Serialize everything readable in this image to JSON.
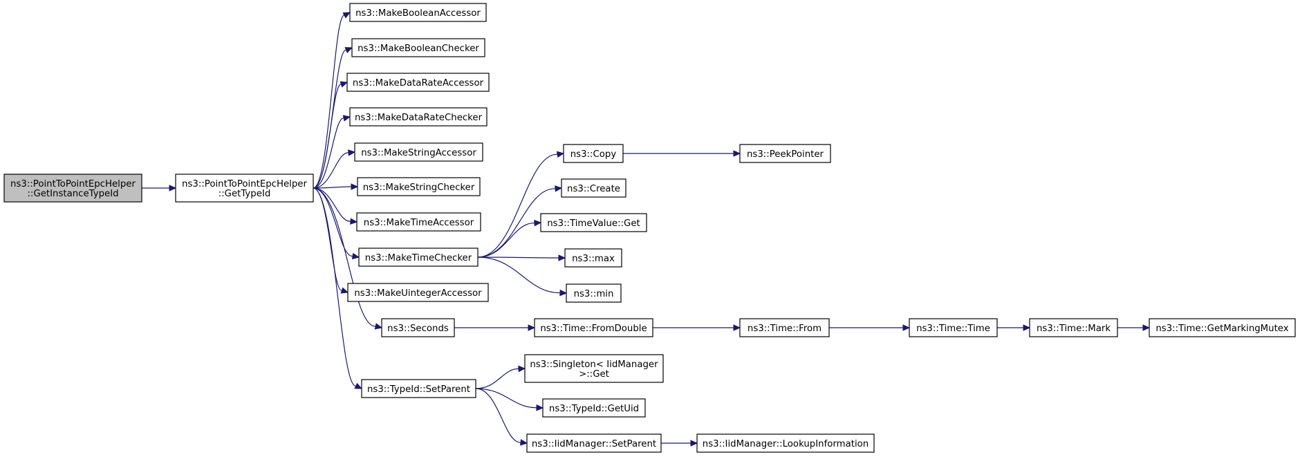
{
  "diagram": {
    "colors": {
      "edge": "#191970",
      "root_fill": "#bfbfbf",
      "node_fill": "#ffffff",
      "node_border": "#000000"
    },
    "nodes": {
      "n1": {
        "lines": [
          "ns3::PointToPointEpcHelper",
          "::GetInstanceTypeId"
        ],
        "root": true
      },
      "n2": {
        "lines": [
          "ns3::PointToPointEpcHelper",
          "::GetTypeId"
        ]
      },
      "n3": {
        "lines": [
          "ns3::MakeBooleanAccessor"
        ]
      },
      "n4": {
        "lines": [
          "ns3::MakeBooleanChecker"
        ]
      },
      "n5": {
        "lines": [
          "ns3::MakeDataRateAccessor"
        ]
      },
      "n6": {
        "lines": [
          "ns3::MakeDataRateChecker"
        ]
      },
      "n7": {
        "lines": [
          "ns3::MakeStringAccessor"
        ]
      },
      "n8": {
        "lines": [
          "ns3::MakeStringChecker"
        ]
      },
      "n9": {
        "lines": [
          "ns3::MakeTimeAccessor"
        ]
      },
      "n10": {
        "lines": [
          "ns3::MakeTimeChecker"
        ]
      },
      "n11": {
        "lines": [
          "ns3::MakeUintegerAccessor"
        ]
      },
      "n12": {
        "lines": [
          "ns3::Seconds"
        ]
      },
      "n13": {
        "lines": [
          "ns3::TypeId::SetParent"
        ]
      },
      "n14": {
        "lines": [
          "ns3::Copy"
        ]
      },
      "n15": {
        "lines": [
          "ns3::PeekPointer"
        ]
      },
      "n16": {
        "lines": [
          "ns3::Create"
        ]
      },
      "n17": {
        "lines": [
          "ns3::TimeValue::Get"
        ]
      },
      "n18": {
        "lines": [
          "ns3::max"
        ]
      },
      "n19": {
        "lines": [
          "ns3::min"
        ]
      },
      "n20": {
        "lines": [
          "ns3::Time::FromDouble"
        ]
      },
      "n21": {
        "lines": [
          "ns3::Time::From"
        ]
      },
      "n22": {
        "lines": [
          "ns3::Time::Time"
        ]
      },
      "n23": {
        "lines": [
          "ns3::Time::Mark"
        ]
      },
      "n24": {
        "lines": [
          "ns3::Time::GetMarkingMutex"
        ]
      },
      "n25": {
        "lines": [
          "ns3::Singleton< IidManager",
          ">::Get"
        ]
      },
      "n26": {
        "lines": [
          "ns3::TypeId::GetUid"
        ]
      },
      "n27": {
        "lines": [
          "ns3::IidManager::SetParent"
        ]
      },
      "n28": {
        "lines": [
          "ns3::IidManager::LookupInformation"
        ]
      }
    },
    "edges": [
      [
        "n1",
        "n2"
      ],
      [
        "n2",
        "n3"
      ],
      [
        "n2",
        "n4"
      ],
      [
        "n2",
        "n5"
      ],
      [
        "n2",
        "n6"
      ],
      [
        "n2",
        "n7"
      ],
      [
        "n2",
        "n8"
      ],
      [
        "n2",
        "n9"
      ],
      [
        "n2",
        "n10"
      ],
      [
        "n2",
        "n11"
      ],
      [
        "n2",
        "n12"
      ],
      [
        "n2",
        "n13"
      ],
      [
        "n10",
        "n14"
      ],
      [
        "n10",
        "n16"
      ],
      [
        "n10",
        "n17"
      ],
      [
        "n10",
        "n18"
      ],
      [
        "n10",
        "n19"
      ],
      [
        "n14",
        "n15"
      ],
      [
        "n12",
        "n20"
      ],
      [
        "n20",
        "n21"
      ],
      [
        "n21",
        "n22"
      ],
      [
        "n22",
        "n23"
      ],
      [
        "n23",
        "n24"
      ],
      [
        "n13",
        "n25"
      ],
      [
        "n13",
        "n26"
      ],
      [
        "n13",
        "n27"
      ],
      [
        "n27",
        "n28"
      ]
    ]
  }
}
